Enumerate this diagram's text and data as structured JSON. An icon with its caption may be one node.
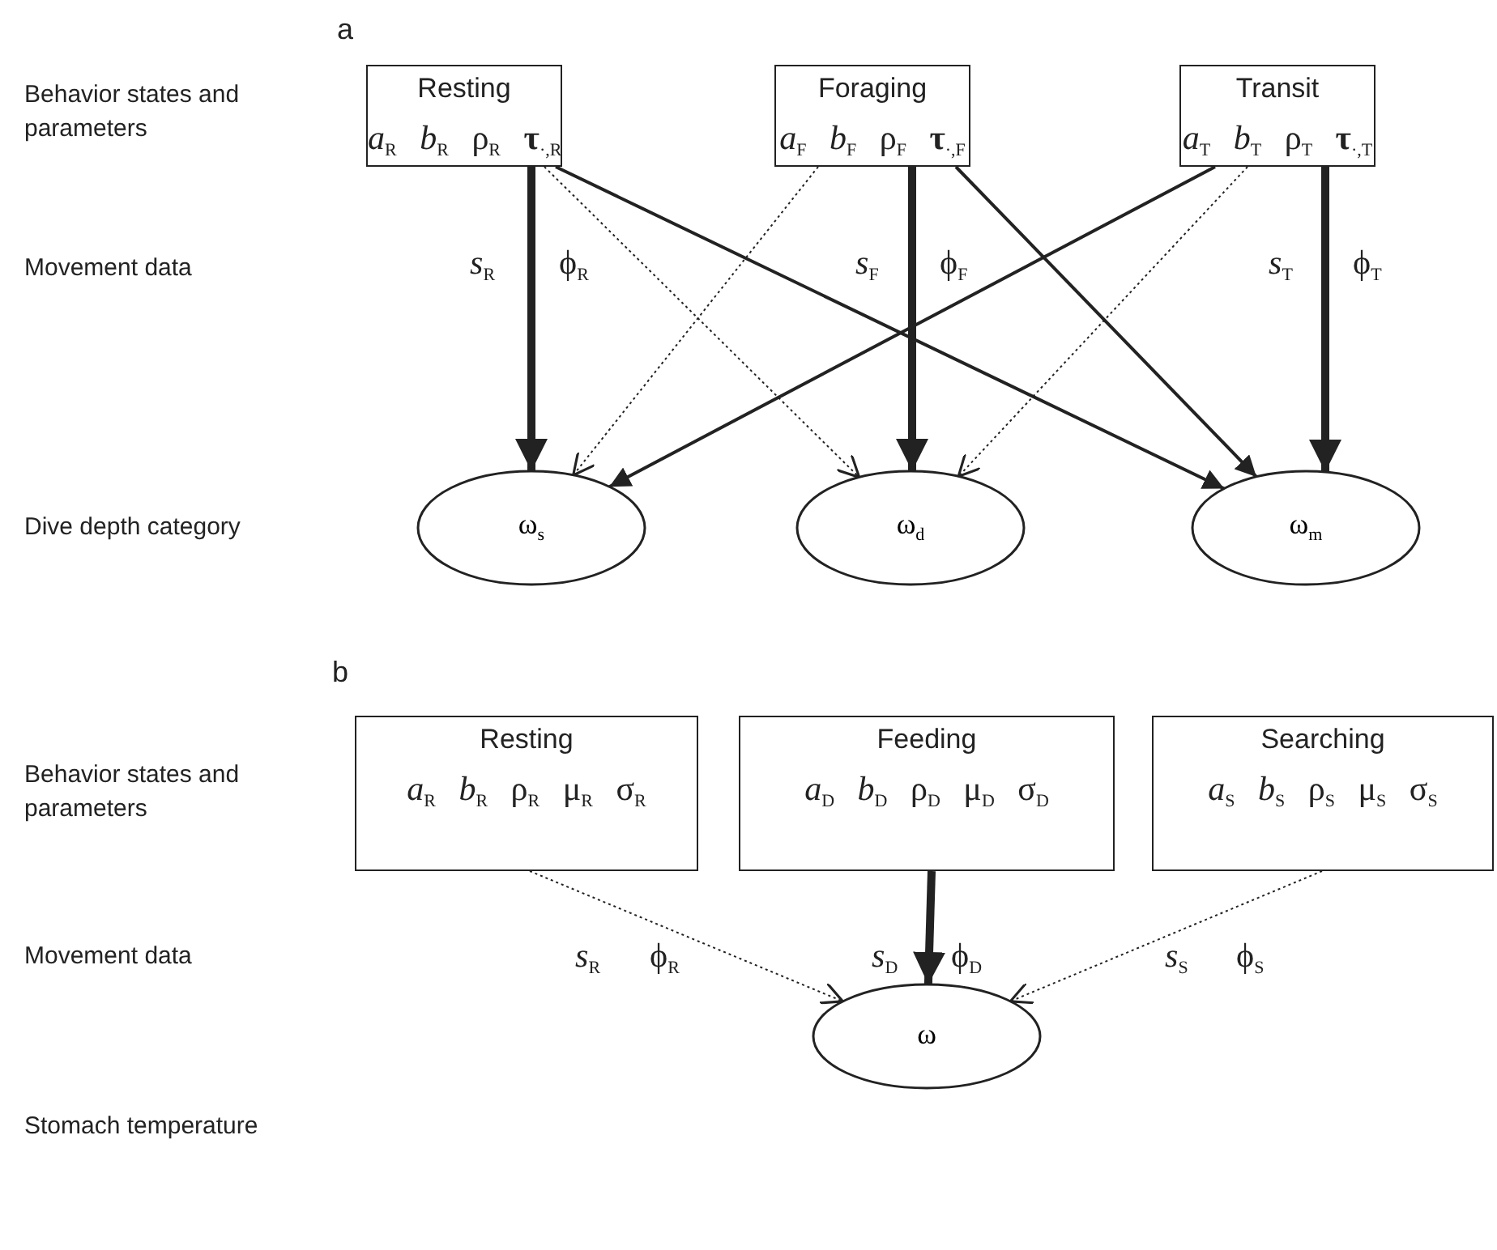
{
  "diagram": {
    "nodes": [
      {
        "text": [
          "Resting",
          "*a*$_{R}$ *b*$_{R}$ ρ$_{R}$ **τ**$_{·,R}$"
        ]
      },
      {
        "text": [
          "Foraging",
          "*a*$_{F}$ *b*$_{F}$ ρ$_{F}$ **τ**$_{·,F}$"
        ]
      },
      {
        "text": [
          "Transit",
          "*a*$_{T}$ *b*$_{T}$ ρ$_{T}$ **τ**$_{·,T}$"
        ]
      },
      {
        "text": [
          "ω$_{s}$"
        ]
      },
      {
        "text": [
          "ω$_{d}$"
        ]
      },
      {
        "text": [
          "ω$_{m}$"
        ]
      },
      {
        "text": [
          "Resting",
          "*a*$_{R}$ *b*$_{R}$ ρ$_{R}$ μ$_{R}$ σ$_{R}$"
        ]
      },
      {
        "text": [
          "Feeding",
          "*a*$_{D}$ *b*$_{D}$ ρ$_{D}$ μ$_{D}$ σ$_{D}$"
        ]
      },
      {
        "text": [
          "Searching",
          "*a*$_{S}$ *b*$_{S}$ ρ$_{S}$ μ$_{S}$ σ$_{S}$"
        ]
      },
      {
        "text": [
          "ω"
        ]
      }
    ],
    "edges": [
      {
        "from": 0,
        "to": 3,
        "arrow": "to",
        "style": "thick"
      },
      {
        "from": 0,
        "to": 4,
        "arrow": "to",
        "style": "dashed"
      },
      {
        "from": 0,
        "to": 5,
        "arrow": "to"
      },
      {
        "from": 1,
        "to": 3,
        "arrow": "to",
        "style": "dashed"
      },
      {
        "from": 1,
        "to": 4,
        "arrow": "to",
        "style": "thick"
      },
      {
        "from": 1,
        "to": 5,
        "arrow": "to"
      },
      {
        "from": 2,
        "to": 3,
        "arrow": "to"
      },
      {
        "from": 2,
        "to": 4,
        "arrow": "to",
        "style": "dashed"
      },
      {
        "from": 2,
        "to": 5,
        "arrow": "to",
        "style": "thick"
      },
      {
        "from": 6,
        "to": 9,
        "arrow": "to",
        "style": "dashed"
      },
      {
        "from": 7,
        "to": 9,
        "arrow": "to",
        "style": "thick"
      },
      {
        "from": 8,
        "to": 9,
        "arrow": "to",
        "style": "dashed"
      }
    ],
    "labels": [
      "a",
      "Behavior states and parameters",
      "Movement data",
      "*s*$_{R}$",
      "ϕ$_{R}$",
      "*s*$_{F}$",
      "ϕ$_{F}$",
      "*s*$_{T}$",
      "ϕ$_{T}$",
      "Dive depth category",
      "b",
      "Behavior states and parameters",
      "Movement data",
      "*s*$_{R}$",
      "ϕ$_{R}$",
      "*s*$_{D}$",
      "ϕ$_{D}$",
      "*s*$_{S}$",
      "ϕ$_{S}$",
      "Stomach temperature"
    ]
  }
}
